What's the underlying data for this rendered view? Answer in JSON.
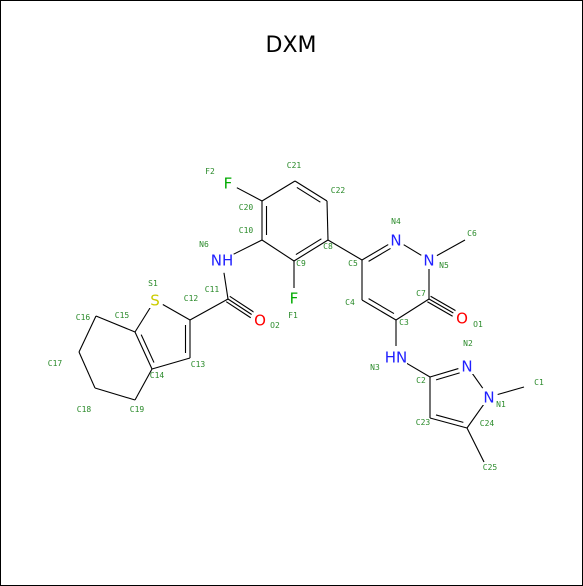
{
  "title": "DXM",
  "colors": {
    "N": "#2020ff",
    "O": "#ff0000",
    "F": "#00aa00",
    "S": "#cccc00",
    "index": "#2a8a2a"
  },
  "atom_symbols": {
    "F2": "F",
    "F1": "F",
    "N6": "NH",
    "S1": "S",
    "O2": "O",
    "N4": "N",
    "N5": "N",
    "O1": "O",
    "N3": "HN",
    "N2": "N",
    "N1": "N"
  },
  "atom_indices": [
    "C21",
    "F2",
    "C20",
    "C22",
    "C10",
    "N4",
    "C6",
    "N6",
    "C8",
    "C5",
    "N5",
    "S1",
    "C11",
    "C9",
    "C7",
    "C16",
    "C15",
    "C12",
    "F1",
    "O2",
    "C4",
    "C3",
    "O1",
    "N2",
    "C17",
    "C14",
    "C13",
    "N3",
    "C2",
    "C1",
    "N1",
    "C18",
    "C19",
    "C23",
    "C24",
    "C25"
  ]
}
